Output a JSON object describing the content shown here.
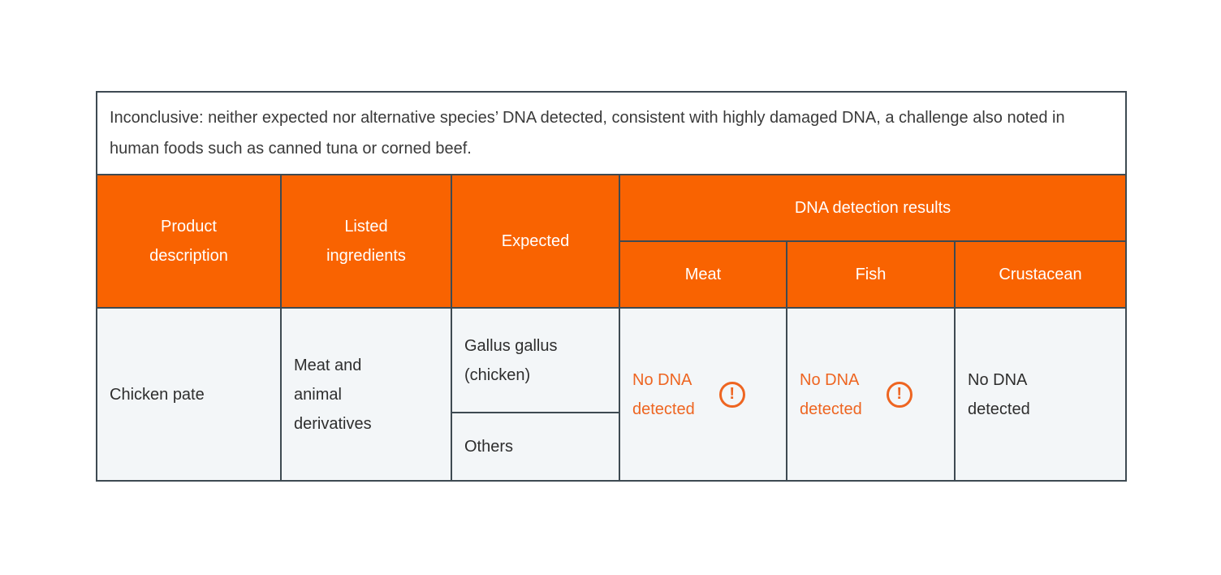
{
  "note": {
    "text": "Inconclusive: neither expected nor alternative species’ DNA detected, consistent with highly damaged DNA, a challenge also noted in human foods such as canned tuna or corned beef."
  },
  "table": {
    "headers": {
      "product": "Product\ndescription",
      "ingredients": "Listed\ningredients",
      "expected": "Expected",
      "dna_group": "DNA detection results",
      "meat": "Meat",
      "fish": "Fish",
      "crustacean": "Crustacean"
    },
    "row": {
      "product": "Chicken pate",
      "ingredients": "Meat and\nanimal\nderivatives",
      "expected_primary": "Gallus gallus\n(chicken)",
      "expected_secondary": "Others",
      "meat_result": "No DNA\ndetected",
      "meat_flagged": "true",
      "fish_result": "No DNA\ndetected",
      "fish_flagged": "true",
      "crustacean_result": "No DNA\ndetected",
      "crustacean_flagged": "false"
    }
  },
  "icons": {
    "warning_glyph": "!"
  },
  "colors": {
    "header_orange": "#f96301",
    "warning_orange": "#ee6521",
    "border_slate": "#3e4a52",
    "body_background": "#f3f6f8",
    "note_background": "#ffffff"
  }
}
